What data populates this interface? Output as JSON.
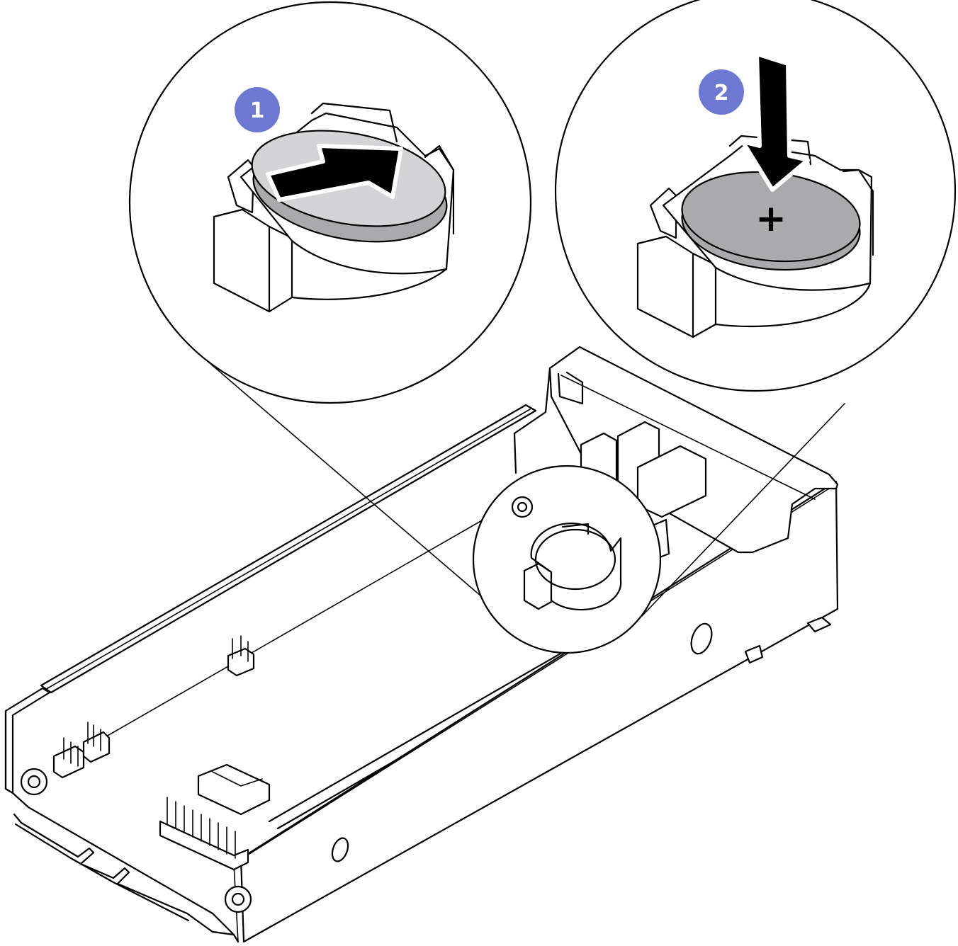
{
  "callouts": [
    {
      "number": "1",
      "step": "insert-battery-angled",
      "color": "#6d78d0"
    },
    {
      "number": "2",
      "step": "press-battery-down",
      "color": "#6d78d0"
    }
  ],
  "battery_marking": "+",
  "colors": {
    "line": "#000000",
    "battery_light": "#d3d4d6",
    "battery_dark": "#a9aaac",
    "callout": "#6d78d0"
  },
  "icons": [
    "push-arrow-icon",
    "down-arrow-icon",
    "plus-icon"
  ]
}
